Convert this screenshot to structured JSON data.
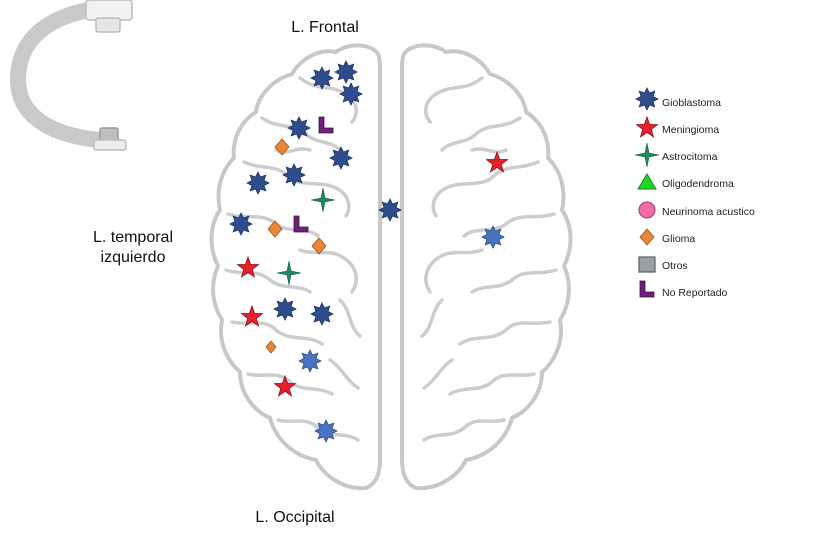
{
  "labels": {
    "frontal": "L. Frontal",
    "temporal_line1": "L. temporal",
    "temporal_line2": "izquierdo",
    "occipital": "L. Occipital"
  },
  "legend": [
    {
      "key": "gioblastoma",
      "label": "Gioblastoma",
      "shape": "burst",
      "color": "#2e4d8c"
    },
    {
      "key": "meningioma",
      "label": "Meningioma",
      "shape": "star",
      "color": "#e8202c"
    },
    {
      "key": "astrocitoma",
      "label": "Astrocitoma",
      "shape": "sparkle",
      "color": "#1e8a5e"
    },
    {
      "key": "oligodendroma",
      "label": "Oligodendroma",
      "shape": "triangle",
      "color": "#22d422"
    },
    {
      "key": "neurinoma",
      "label": "Neurinoma acustico",
      "shape": "circle",
      "color": "#f06ba8"
    },
    {
      "key": "glioma",
      "label": "Glioma",
      "shape": "diamond",
      "color": "#e8873a"
    },
    {
      "key": "otros",
      "label": "Otros",
      "shape": "square",
      "color": "#9aa0a8"
    },
    {
      "key": "no_reportado",
      "label": "No Reportado",
      "shape": "lshape",
      "color": "#6e1f78"
    }
  ],
  "colors": {
    "brain_outline": "#c8c8c8",
    "brain_fill": "#ffffff",
    "device": "#d2d2d2"
  }
}
